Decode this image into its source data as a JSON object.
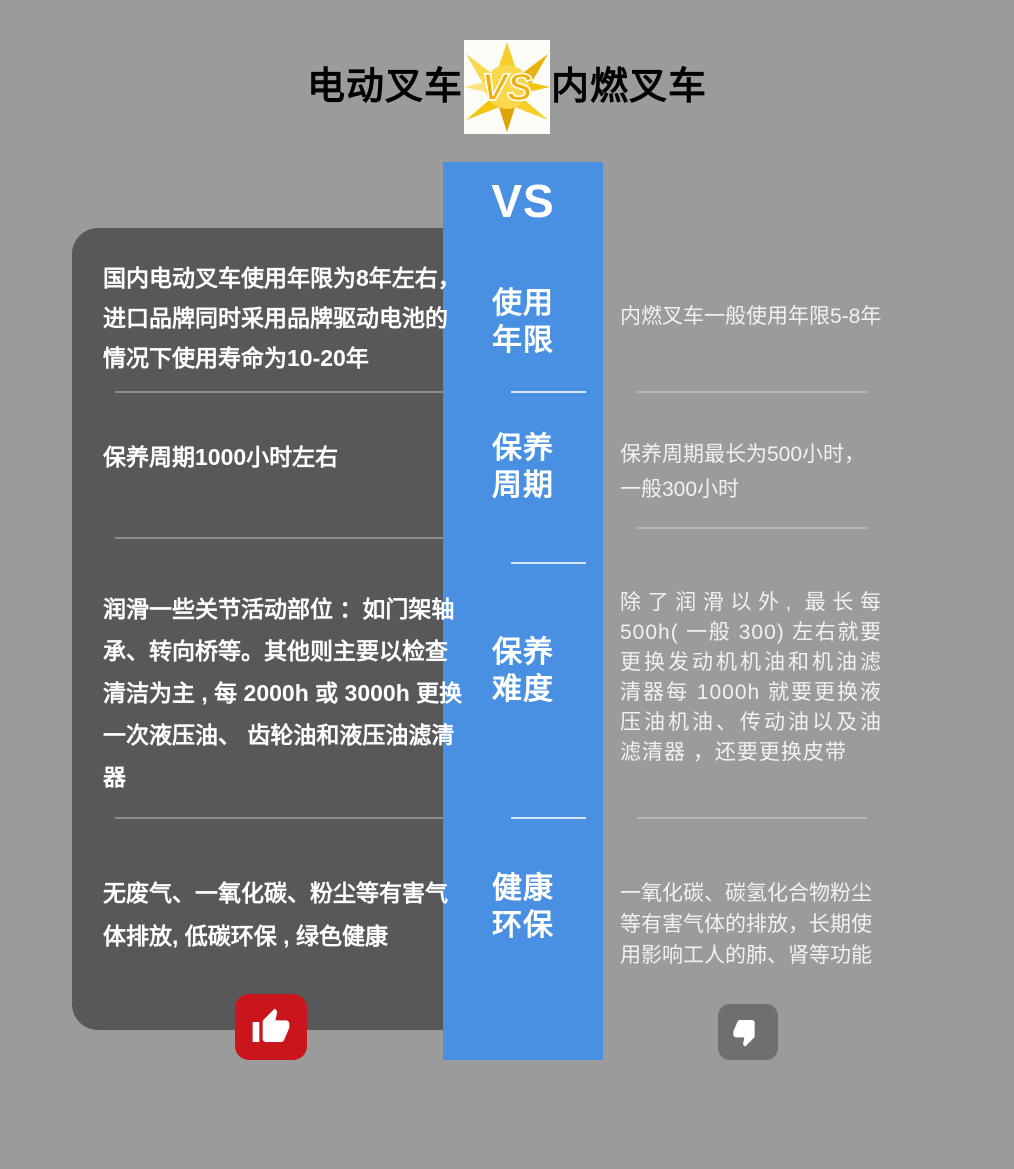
{
  "header": {
    "title_left": "电动叉车",
    "title_right": "内燃叉车",
    "badge_text": "VS"
  },
  "versus_column": {
    "title": "VS"
  },
  "rows": [
    {
      "label": "使用\n年限",
      "left": "国内电动叉车使用年限为8年左右，进口品牌同时采用品牌驱动电池的情况下使用寿命为10-20年",
      "right": "内燃叉车一般使用年限5-8年"
    },
    {
      "label": "保养\n周期",
      "left": "保养周期1000小时左右",
      "right": "保养周期最长为500小时，一般300小时"
    },
    {
      "label": "保养\n难度",
      "left": "润滑一些关节活动部位 ：如门架轴承、转向桥等。其他则主要以检查清洁为主 , 每 2000h 或 3000h 更换一次液压油、 齿轮油和液压油滤清器",
      "right": "除了润滑以外, 最长每 500h( 一般 300) 左右就要更换发动机机油和机油滤清器每 1000h 就要更换液压油机油、传动油以及油滤清器 ，还要更换皮带"
    },
    {
      "label": "健康\n环保",
      "left": "无废气、一氧化碳、粉尘等有害气体排放, 低碳环保 , 绿色健康",
      "right": "一氧化碳、碳氢化合物粉尘等有害气体的排放，长期使用影响工人的肺、肾等功能"
    }
  ],
  "verdict": {
    "positive_icon": "thumbs-up",
    "negative_icon": "thumbs-down"
  },
  "colors": {
    "background": "#9b9b9b",
    "blue_column": "#4a90e2",
    "dark_panel": "#58585a",
    "positive_red": "#c9151b",
    "negative_gray": "#6f6f70",
    "badge_gold": "#f3c512",
    "title_black": "#000000"
  }
}
